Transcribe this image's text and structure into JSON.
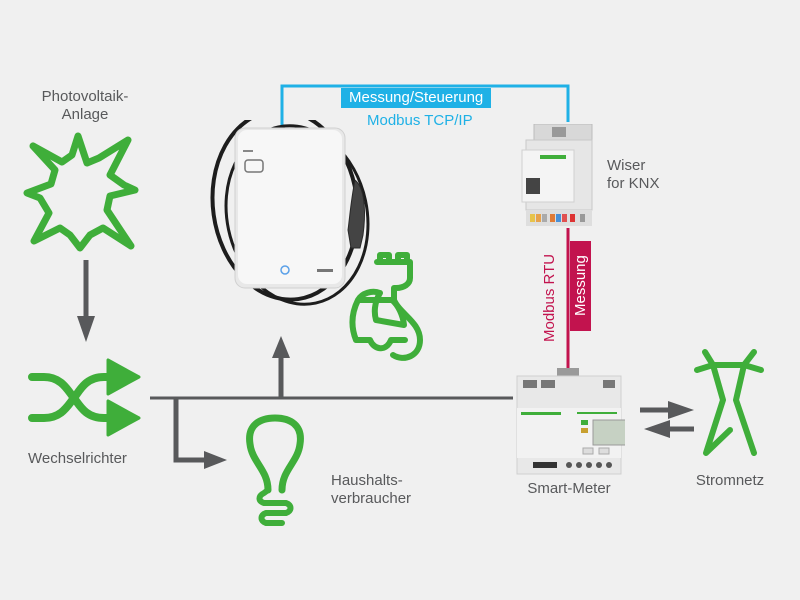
{
  "colors": {
    "background": "#f0f0f0",
    "icon_green": "#3fae3a",
    "arrow_gray": "#58595b",
    "tcp_blue": "#1fb1e6",
    "rtu_red": "#c2134e",
    "text_gray": "#58595b"
  },
  "nodes": {
    "pv": {
      "label_line1": "Photovoltaik-",
      "label_line2": "Anlage",
      "icon": "sun-icon"
    },
    "inverter": {
      "label": "Wechselrichter",
      "icon": "inverter-icon"
    },
    "household": {
      "label_line1": "Haushalts-",
      "label_line2": "verbraucher",
      "icon": "lightbulb-icon"
    },
    "wallbox": {
      "icon": "ev-charger-device",
      "car_icon": "electric-car-plug-icon"
    },
    "wiser": {
      "label_line1": "Wiser",
      "label_line2": "for KNX",
      "icon": "wiser-knx-device"
    },
    "meter": {
      "label": "Smart-Meter",
      "icon": "smart-meter-device"
    },
    "grid": {
      "label": "Stromnetz",
      "icon": "power-pylon-icon"
    }
  },
  "connections": {
    "tcp": {
      "tag": "Messung/Steuerung",
      "protocol": "Modbus TCP/IP"
    },
    "rtu": {
      "tag": "Messung",
      "protocol": "Modbus RTU"
    }
  }
}
